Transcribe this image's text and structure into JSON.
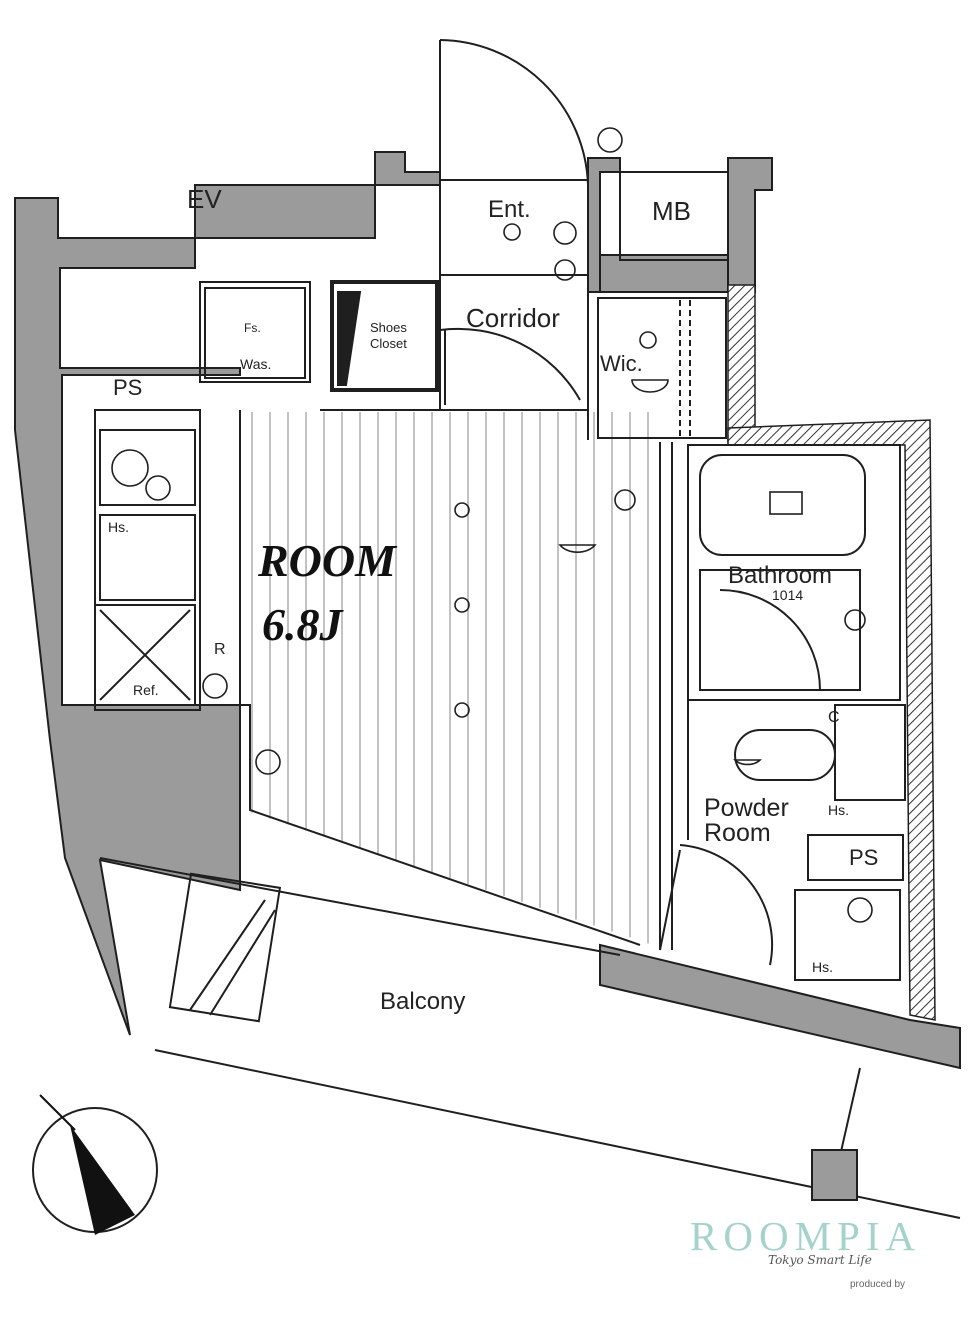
{
  "rooms": {
    "ev": "EV",
    "ent": "Ent.",
    "mb": "MB",
    "corridor": "Corridor",
    "shoes_closet": "Shoes\nCloset",
    "wic": "Wic.",
    "ps_left": "PS",
    "fs": "Fs.",
    "was": "Was.",
    "hs_kitchen": "Hs.",
    "ref": "Ref.",
    "r": "R",
    "room": "ROOM",
    "room_size": "6.8J",
    "bathroom": "Bathroom",
    "bathroom_size": "1014",
    "c": "C",
    "hs_toilet": "Hs.",
    "powder_room": "Powder\nRoom",
    "ps_right": "PS",
    "hs_sink": "Hs.",
    "balcony": "Balcony"
  },
  "branding": {
    "name": "ROOMPIA",
    "tagline": "Tokyo Smart Life",
    "produced_by": "produced by"
  },
  "colors": {
    "wall": "#9b9b9b",
    "line": "#1f1f1f",
    "brand": "#a5d3cc"
  }
}
